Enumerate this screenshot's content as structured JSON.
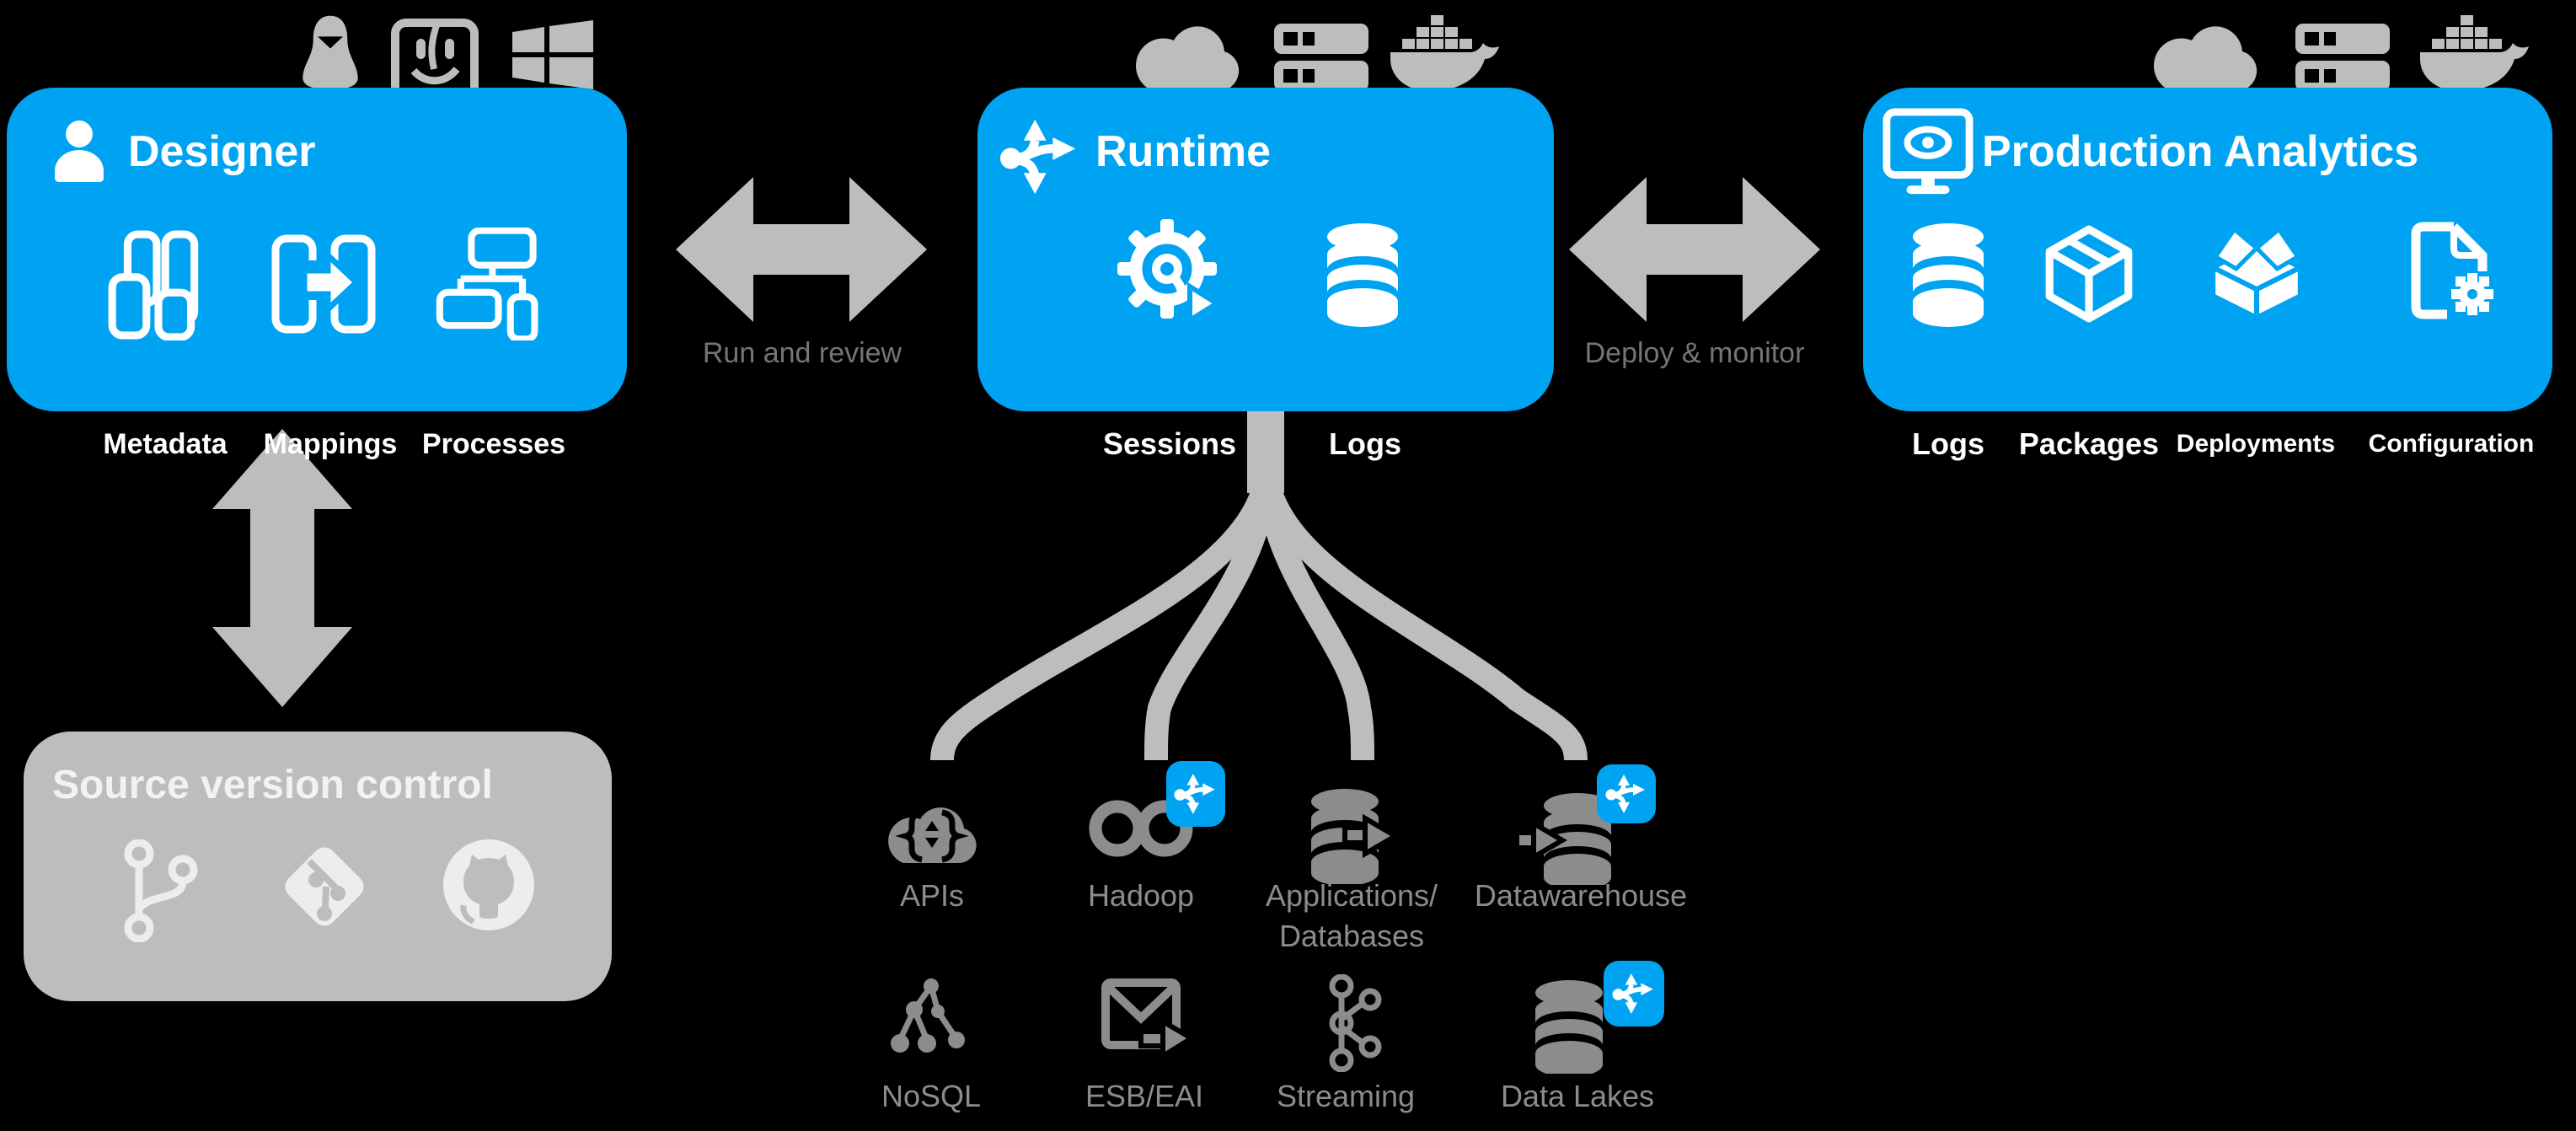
{
  "colors": {
    "background": "#000000",
    "accent_blue": "#00A3F2",
    "box_gray": "#BDBDBD",
    "source_icon_gray": "#8C8C8C",
    "link_label_gray": "#757575",
    "icon_white": "#FFFFFF"
  },
  "designer": {
    "title": "Designer",
    "platform_icons": [
      "linux-icon",
      "macos-finder-icon",
      "windows-icon"
    ],
    "features": [
      {
        "label": "Metadata",
        "icon": "metadata-columns-icon"
      },
      {
        "label": "Mappings",
        "icon": "mapping-tables-arrow-icon"
      },
      {
        "label": "Processes",
        "icon": "process-flowchart-icon"
      }
    ]
  },
  "runtime": {
    "title": "Runtime",
    "platform_icons": [
      "cloud-icon",
      "server-rack-icon",
      "docker-whale-icon"
    ],
    "features": [
      {
        "label": "Sessions",
        "icon": "gear-play-icon"
      },
      {
        "label": "Logs",
        "icon": "database-icon"
      }
    ]
  },
  "analytics": {
    "title": "Production Analytics",
    "platform_icons": [
      "cloud-icon",
      "server-rack-icon",
      "docker-whale-icon"
    ],
    "features": [
      {
        "label": "Logs",
        "icon": "database-icon"
      },
      {
        "label": "Packages",
        "icon": "package-cube-icon"
      },
      {
        "label": "Deployments",
        "icon": "open-box-icon"
      },
      {
        "label": "Configuration",
        "icon": "document-gear-icon"
      }
    ]
  },
  "source_control": {
    "title": "Source version control",
    "icons": [
      "git-branch-icon",
      "git-logo-icon",
      "github-octocat-icon"
    ]
  },
  "links": {
    "designer_runtime": "Run and review",
    "runtime_analytics": "Deploy & monitor"
  },
  "sources": {
    "row1": [
      {
        "label": "APIs",
        "icon": "cloud-braces-icon",
        "badge": false
      },
      {
        "label": "Hadoop",
        "icon": "infinity-icon",
        "badge": true
      },
      {
        "label_line1": "Applications/",
        "label_line2": "Databases",
        "icon": "database-arrow-out-icon",
        "badge": false
      },
      {
        "label": "Datawarehouse",
        "icon": "database-arrow-in-icon",
        "badge": true
      }
    ],
    "row2": [
      {
        "label": "NoSQL",
        "icon": "node-tree-icon",
        "badge": false
      },
      {
        "label": "ESB/EAI",
        "icon": "envelope-arrow-icon",
        "badge": false
      },
      {
        "label": "Streaming",
        "icon": "kafka-nodes-icon",
        "badge": false
      },
      {
        "label": "Data Lakes",
        "icon": "database-icon",
        "badge": true
      }
    ],
    "badge_icon": "runtime-branch-icon"
  }
}
